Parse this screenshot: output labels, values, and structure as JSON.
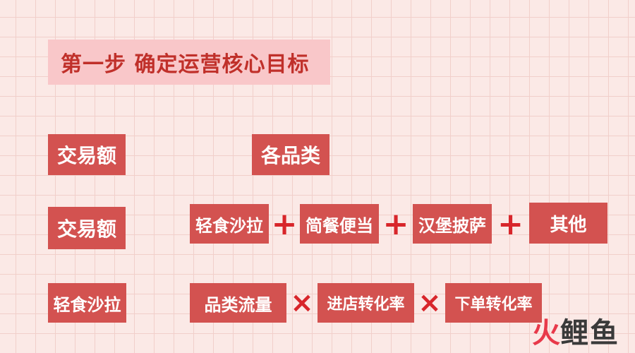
{
  "title": "第一步 确定运营核心目标",
  "row1": {
    "left": "交易额",
    "right": "各品类"
  },
  "row2": {
    "left": "交易额",
    "items": [
      "轻食沙拉",
      "简餐便当",
      "汉堡披萨",
      "其他"
    ],
    "operator": "+"
  },
  "row3": {
    "left": "轻食沙拉",
    "items": [
      "品类流量",
      "进店转化率",
      "下单转化率"
    ],
    "operator": "×"
  },
  "logo": {
    "first": "火",
    "rest": "鲤鱼"
  },
  "colors": {
    "box": "#d35250",
    "title_bg": "#f9c7c9",
    "title_text": "#c0302a",
    "operator": "#d8262b"
  }
}
